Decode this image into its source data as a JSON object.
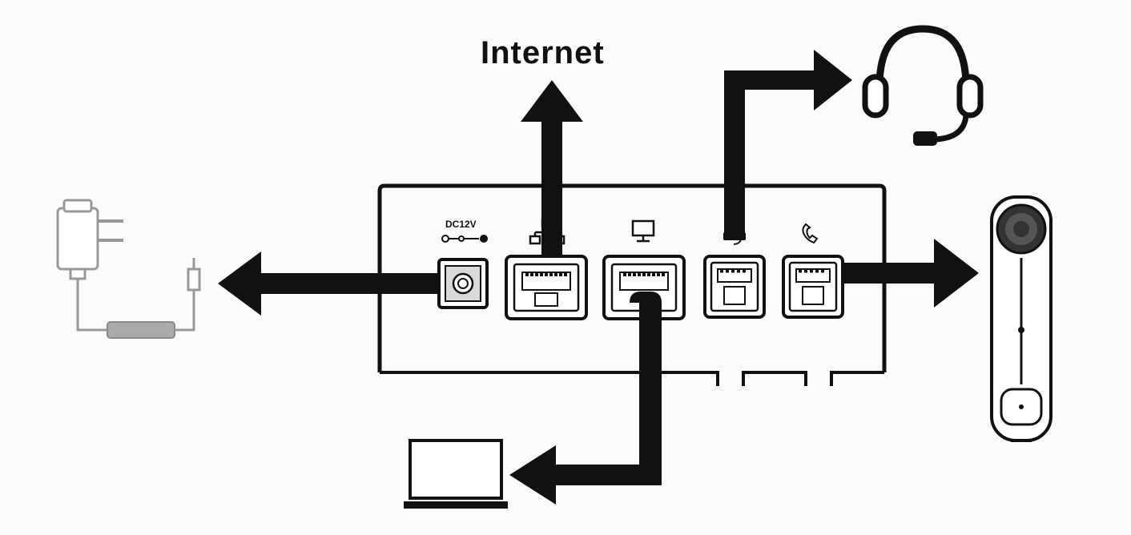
{
  "labels": {
    "internet": "Internet",
    "power_port": "DC12V"
  },
  "ports": [
    {
      "id": "power",
      "icon": "dc-power-symbol-icon"
    },
    {
      "id": "internet",
      "icon": "network-icon"
    },
    {
      "id": "pc",
      "icon": "monitor-icon"
    },
    {
      "id": "headset",
      "icon": "headset-icon"
    },
    {
      "id": "handset",
      "icon": "handset-icon"
    }
  ],
  "devices": [
    {
      "id": "power-adapter",
      "icon": "power-adapter-icon"
    },
    {
      "id": "headset",
      "icon": "headset-icon"
    },
    {
      "id": "handset",
      "icon": "handset-icon"
    },
    {
      "id": "laptop",
      "icon": "laptop-icon"
    }
  ],
  "colors": {
    "line": "#111111",
    "background": "#fbfbfb",
    "adapter": "#888888"
  }
}
